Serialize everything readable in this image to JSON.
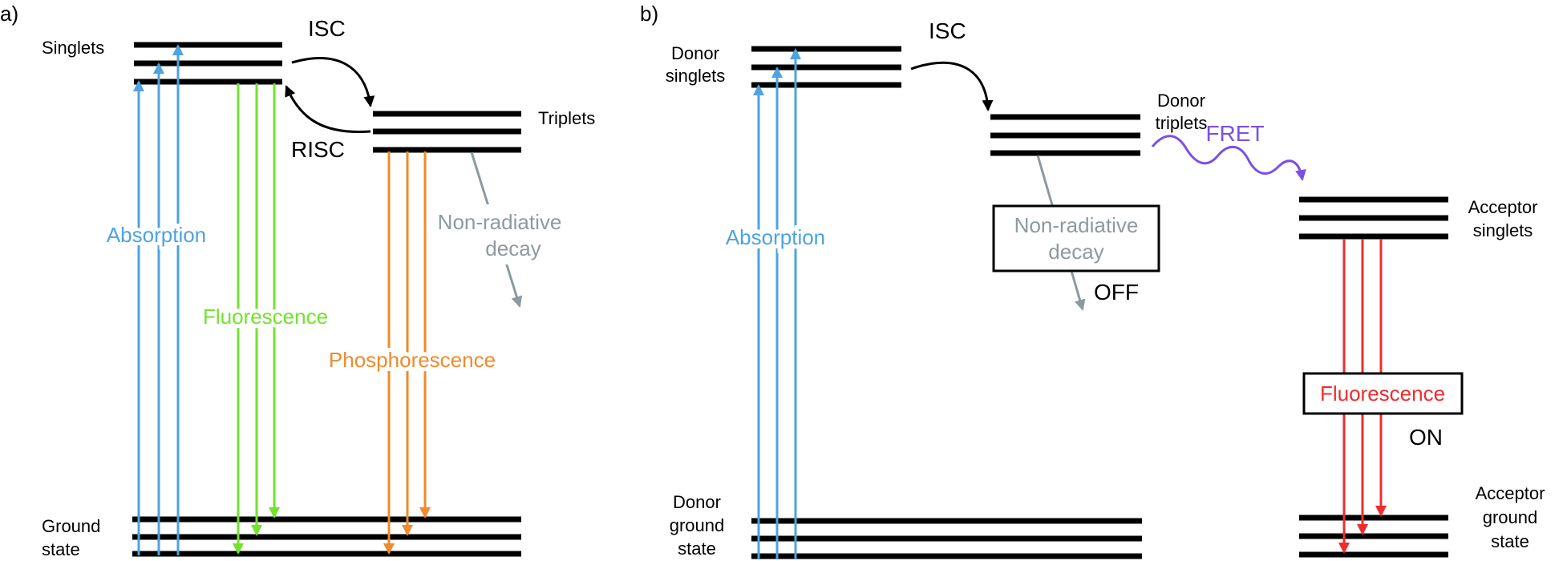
{
  "colors": {
    "level": "#000000",
    "absorption": "#4ea3e0",
    "fluorescence_a": "#73e22e",
    "phosphorescence": "#f08a2c",
    "nonradiative": "#8c9aa0",
    "fret": "#7a50e8",
    "fluorescence_b": "#ef2d2d"
  },
  "panel_a": {
    "label": "a)",
    "singlets": "Singlets",
    "triplets": "Triplets",
    "ground_line1": "Ground",
    "ground_line2": "state",
    "isc": "ISC",
    "risc": "RISC",
    "absorption": "Absorption",
    "fluorescence": "Fluorescence",
    "phosphorescence": "Phosphorescence",
    "nonrad_line1": "Non-radiative",
    "nonrad_line2": "decay"
  },
  "panel_b": {
    "label": "b)",
    "donor_singlets_line1": "Donor",
    "donor_singlets_line2": "singlets",
    "isc": "ISC",
    "donor_triplets_line1": "Donor",
    "donor_triplets_line2": "triplets",
    "fret": "FRET",
    "acceptor_singlets_line1": "Acceptor",
    "acceptor_singlets_line2": "singlets",
    "absorption": "Absorption",
    "nonrad_line1": "Non-radiative",
    "nonrad_line2": "decay",
    "off": "OFF",
    "fluorescence": "Fluorescence",
    "on": "ON",
    "donor_ground_line1": "Donor",
    "donor_ground_line2": "ground",
    "donor_ground_line3": "state",
    "acceptor_ground_line1": "Acceptor",
    "acceptor_ground_line2": "ground",
    "acceptor_ground_line3": "state"
  }
}
